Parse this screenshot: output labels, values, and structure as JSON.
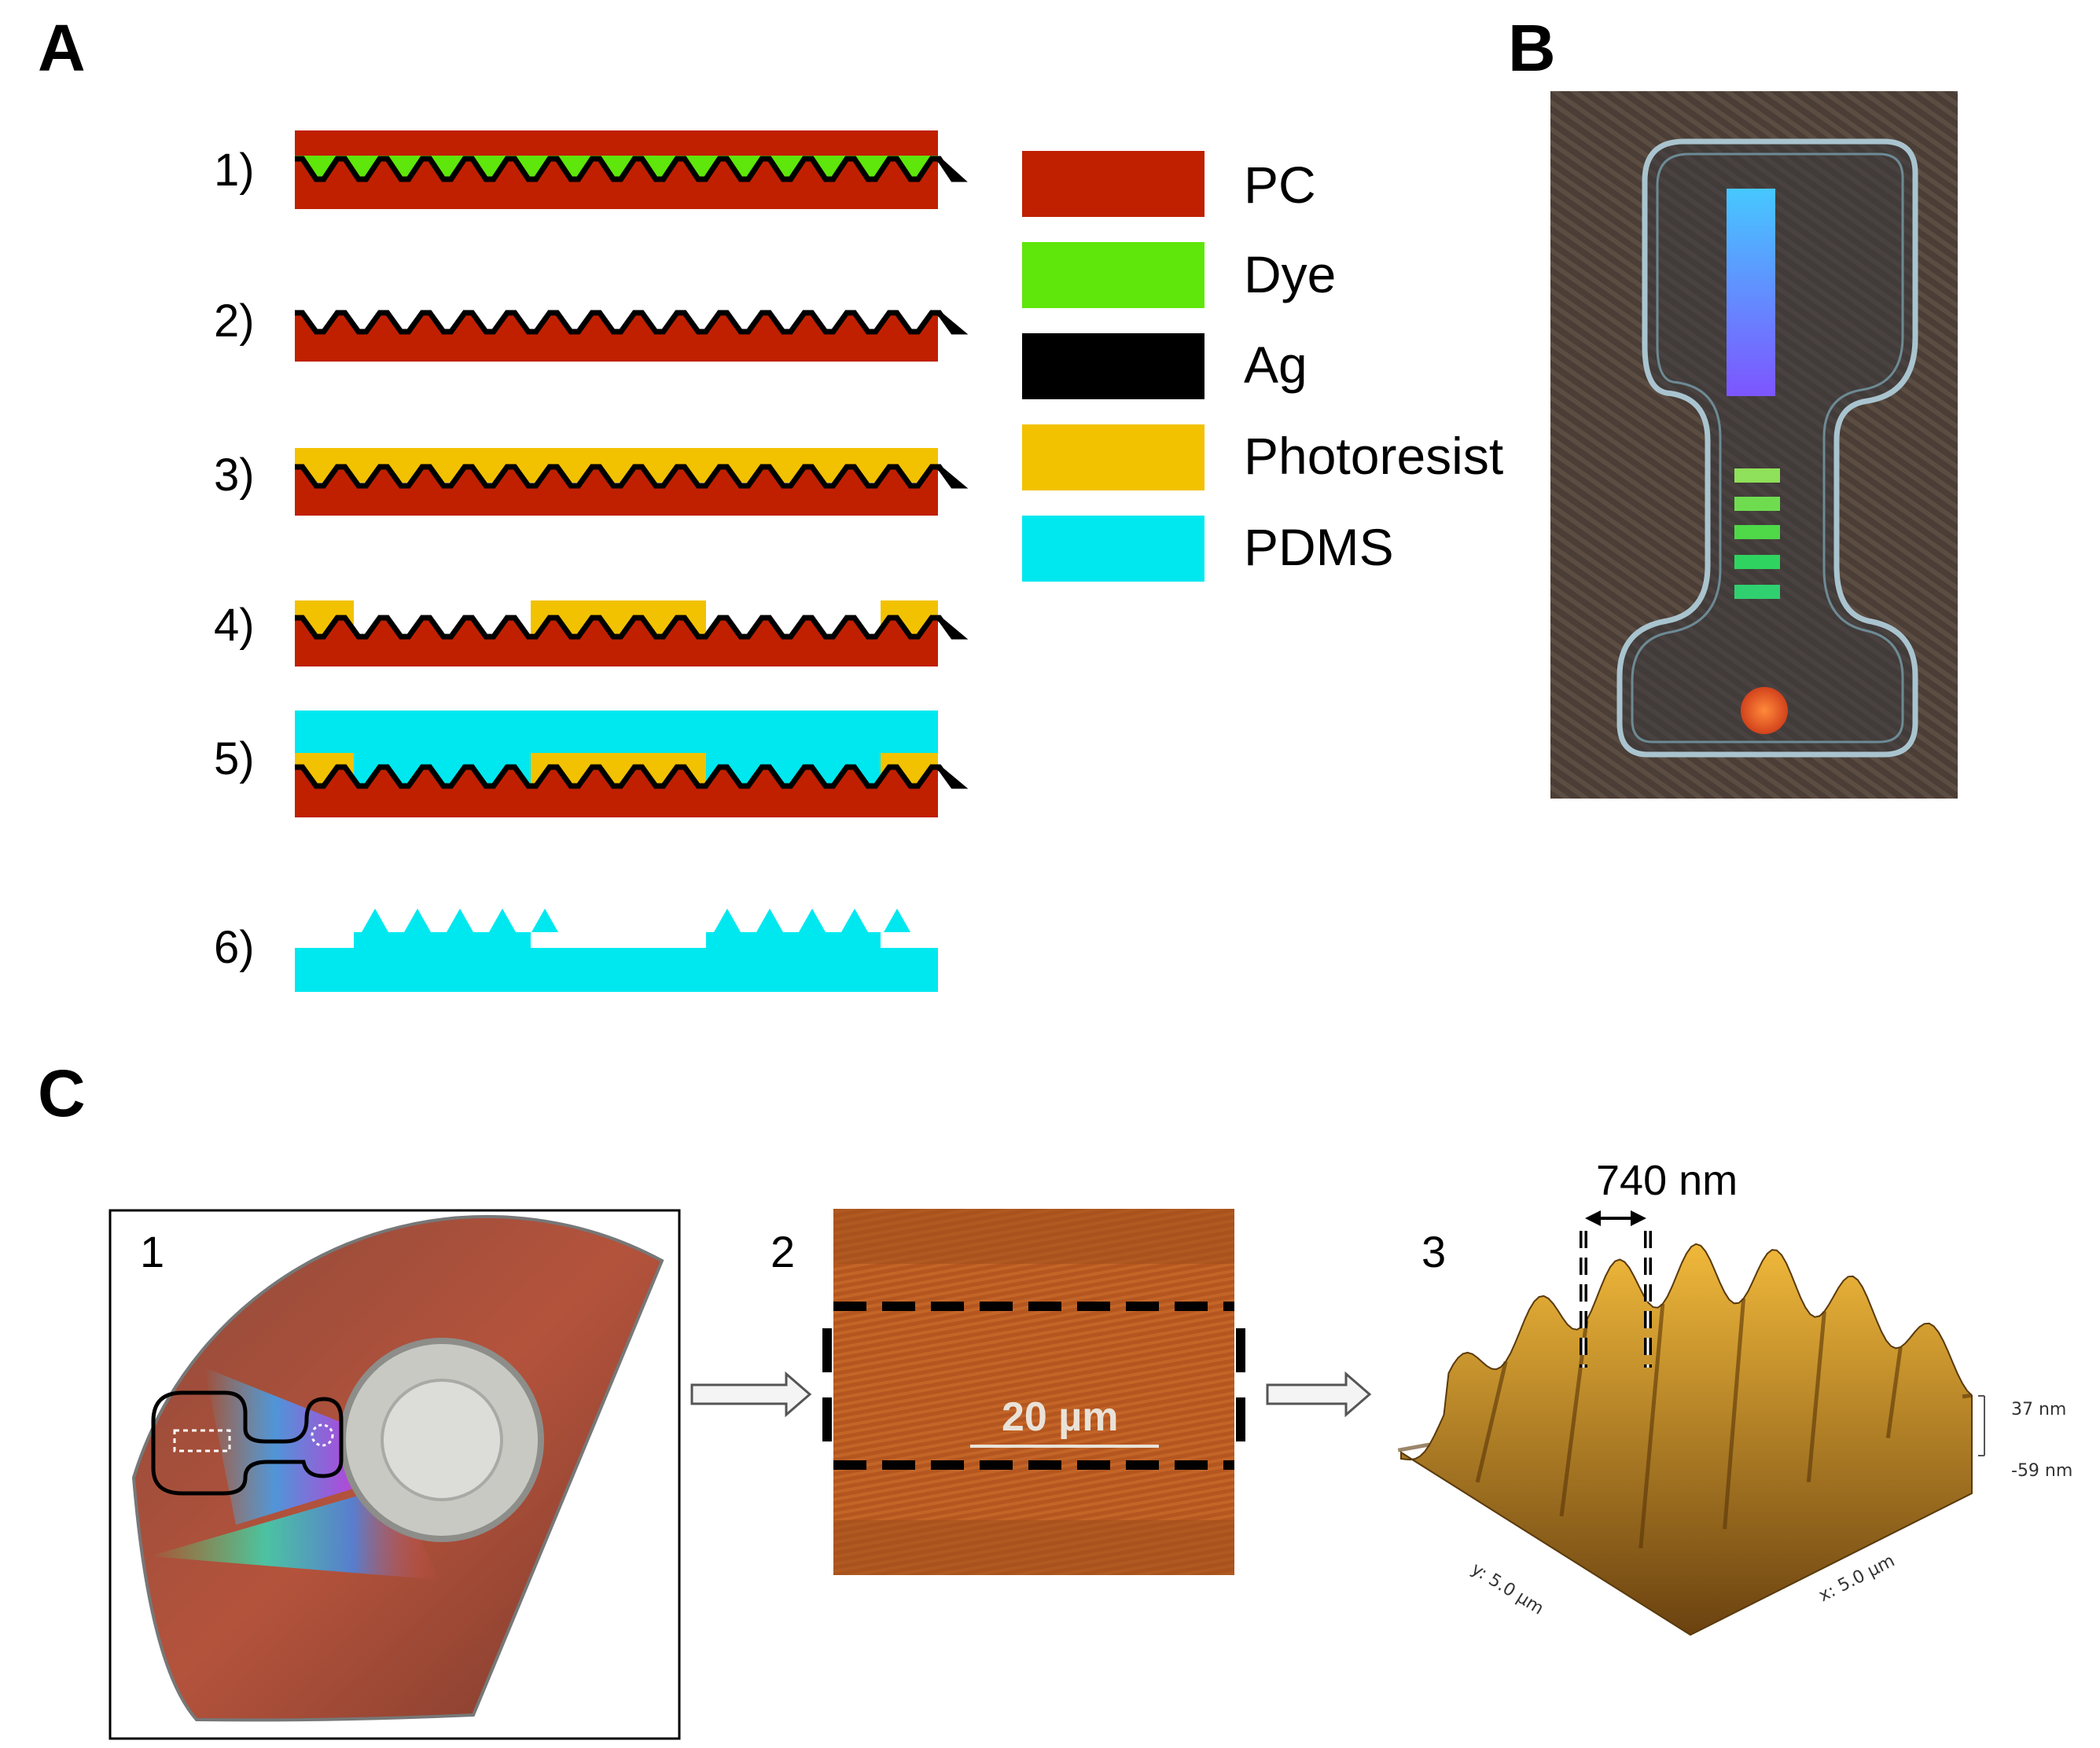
{
  "panels": {
    "a": "A",
    "b": "B",
    "c": "C"
  },
  "steps": [
    "1)",
    "2)",
    "3)",
    "4)",
    "5)",
    "6)"
  ],
  "legend": [
    {
      "label": "PC",
      "color": "#c02000"
    },
    {
      "label": "Dye",
      "color": "#5fe60a"
    },
    {
      "label": "Ag",
      "color": "#000000"
    },
    {
      "label": "Photoresist",
      "color": "#f2c200"
    },
    {
      "label": "PDMS",
      "color": "#00e8ef"
    }
  ],
  "panel_c": {
    "sub_labels": [
      "1",
      "2",
      "3"
    ],
    "scale_bar": "20 µm",
    "period": "740 nm",
    "afm": {
      "z_max": "37 nm",
      "z_min": "-59 nm",
      "y_axis": "y: 5.0 µm",
      "x_axis": "x: 5.0 µm"
    }
  }
}
